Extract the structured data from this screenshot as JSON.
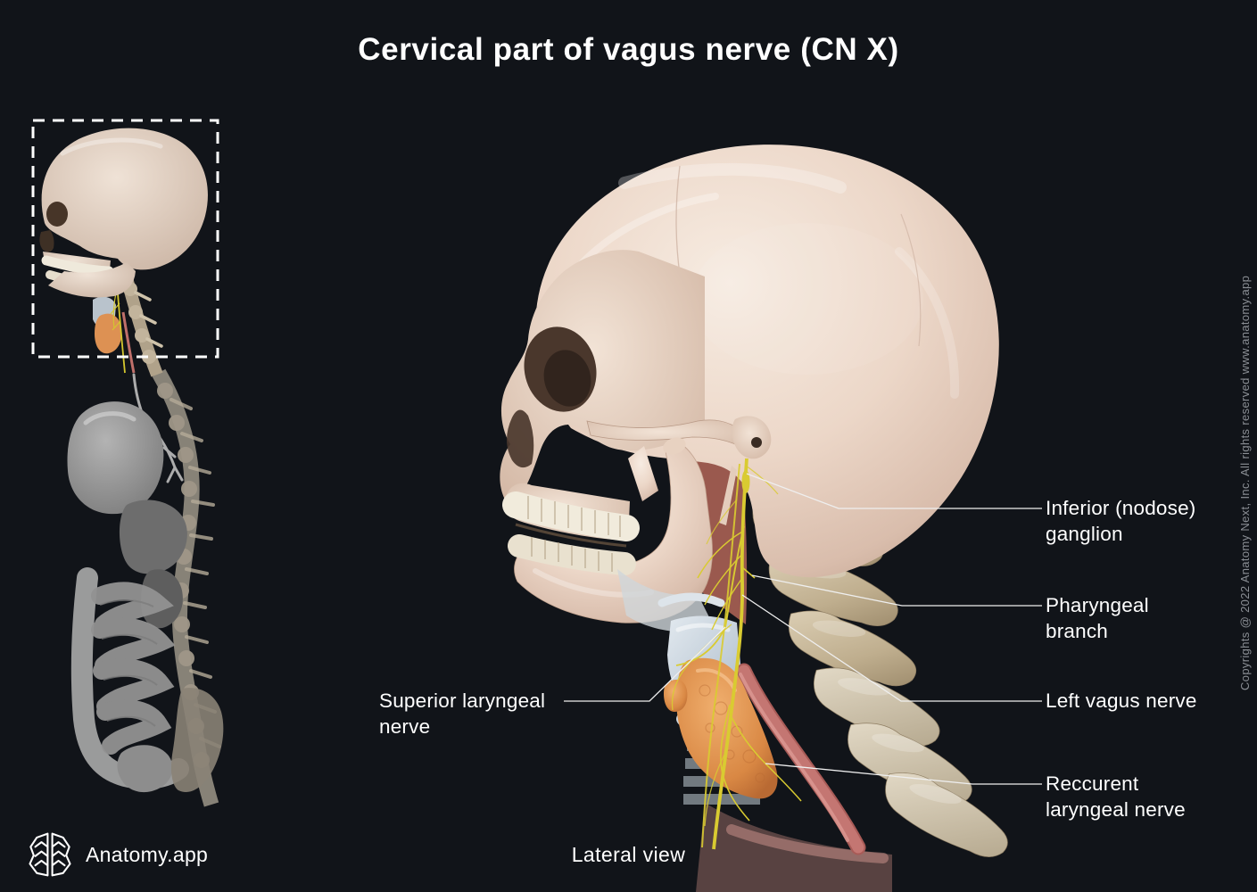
{
  "page": {
    "title": "Cervical part of vagus nerve (CN X)",
    "view_caption": "Lateral view"
  },
  "branding": {
    "app_name": "Anatomy.app",
    "logo_icon": "brain-icon"
  },
  "copyright": {
    "text": "Copyrights @ 2022 Anatomy Next, Inc. All rights reserved www.anatomy.app"
  },
  "annotations": [
    {
      "id": "inferior-nodose-ganglion",
      "text": "Inferior (nodose)\nganglion"
    },
    {
      "id": "pharyngeal-branch",
      "text": "Pharyngeal\nbranch"
    },
    {
      "id": "left-vagus-nerve",
      "text": "Left vagus nerve"
    },
    {
      "id": "reccurent-laryngeal-nerve",
      "text": "Reccurent\nlaryngeal nerve"
    },
    {
      "id": "superior-laryngeal-nerve",
      "text": "Superior laryngeal\nnerve"
    }
  ],
  "figure": {
    "main": "skull-with-cervical-spine-and-vagus-nerve-lateral-view",
    "inset": "full-body-sagittal-thumbnail-with-highlight-box",
    "highlighted_structure": "vagus-nerve"
  },
  "colors": {
    "background": "#111419",
    "text_primary": "#ffffff",
    "text_muted": "#8a8e94",
    "leader_line": "#efefef",
    "nerve_yellow": "#d9cb31",
    "thyroid_orange": "#df9452",
    "artery_pink": "#c47672",
    "bone_light": "#ecd9cb",
    "vertebra_tan": "#c7b89d",
    "larynx_blue": "#ccd8e3"
  }
}
